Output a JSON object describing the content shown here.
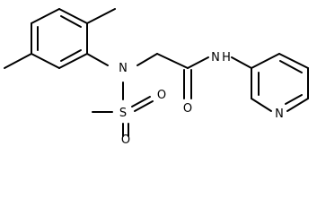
{
  "molecule": {
    "atoms": {
      "N_sulfonamide": "N",
      "S": "S",
      "O_upper": "O",
      "O_lower": "O",
      "O_carbonyl": "O",
      "N_amide": "N",
      "H_amide": "H",
      "N_pyridine": "N"
    },
    "colors": {
      "bond": "#000000",
      "label": "#000000",
      "background": "#ffffff"
    }
  }
}
